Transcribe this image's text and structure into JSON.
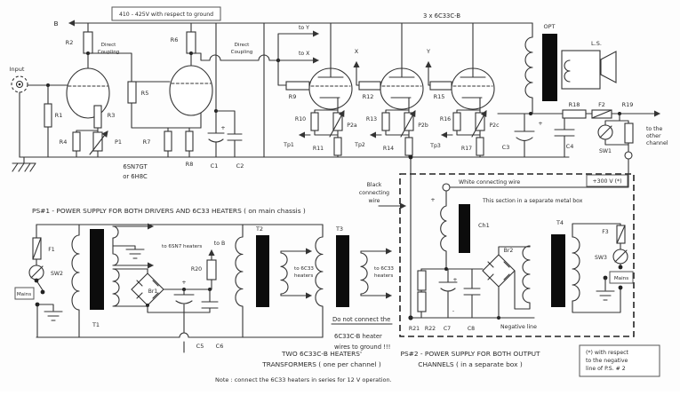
{
  "colors": {
    "ink": "#333333",
    "core": "#0c0c0c",
    "background": "#fdfdfd"
  },
  "labels": {
    "b": "B",
    "supply": "410 - 425V with respect to ground",
    "input": "Input",
    "dc1": "Direct",
    "dc2": "Coupling",
    "r1": "R1",
    "r2": "R2",
    "r3": "R3",
    "r4": "R4",
    "r5": "R5",
    "r6": "R6",
    "r7": "R7",
    "r8": "R8",
    "r9": "R9",
    "p1": "P1",
    "c1": "C1",
    "c2": "C2",
    "plus": "+",
    "minus": "-",
    "tube1a": "6SN7GT",
    "tube1b": "or 6H8C",
    "to_y": "to Y",
    "to_x": "to X",
    "xx": "X",
    "yy": "Y",
    "three_tubes": "3 x 6C33C-B",
    "r10": "R10",
    "r11": "R11",
    "r12": "R12",
    "r13": "R13",
    "r14": "R14",
    "r15": "R15",
    "r16": "R16",
    "r17": "R17",
    "p2a": "P2a",
    "p2b": "P2b",
    "p2c": "P2c",
    "tp1": "Tp1",
    "tp2": "Tp2",
    "tp3": "Tp3",
    "c3": "C3",
    "c4": "C4",
    "opt": "OPT",
    "ls": "L.S.",
    "r18": "R18",
    "f2": "F2",
    "r19": "R19",
    "sw1": "SW1",
    "to_other1": "to the",
    "to_other2": "other",
    "to_other3": "channel",
    "plus300": "+300 V (*)",
    "blk1": "Black",
    "blk2": "connecting",
    "blk3": "wire",
    "white_wire": "White connecting wire",
    "metal_box": "This section in a separate metal box",
    "ps1_caption": "PS#1 - POWER SUPPLY FOR BOTH DRIVERS AND 6C33 HEATERS ( on main chassis )",
    "f1": "F1",
    "sw2": "SW2",
    "mains": "Mains",
    "t1": "T1",
    "t2": "T2",
    "t3": "T3",
    "t4": "T4",
    "to_6sn7": "to 6SN7 heaters",
    "to_b": "to B",
    "r20": "R20",
    "br1": "Br1",
    "c5": "C5",
    "c6": "C6",
    "to_6c33a": "to 6C33",
    "to_6c33b": "heaters",
    "warn1": "Do not connect the",
    "warn2": "6C33C-B heater",
    "warn3": "wires to ground !!!",
    "heaters1": "TWO 6C33C-B HEATERS'",
    "heaters2": "TRANSFORMERS ( one per channel )",
    "note": "Note : connect the 6C33 heaters in series for 12 V operation.",
    "ch1": "Ch1",
    "br2": "Br2",
    "r21": "R21",
    "r22": "R22",
    "c7": "C7",
    "c8": "C8",
    "negative_line": "Negative line",
    "f3": "F3",
    "sw3": "SW3",
    "ps2_1": "PS#2 - POWER SUPPLY FOR BOTH OUTPUT",
    "ps2_2": "CHANNELS ( in a separate box )",
    "fn1": "(*) with respect",
    "fn2": "to the negative",
    "fn3": "line of P.S. # 2"
  }
}
